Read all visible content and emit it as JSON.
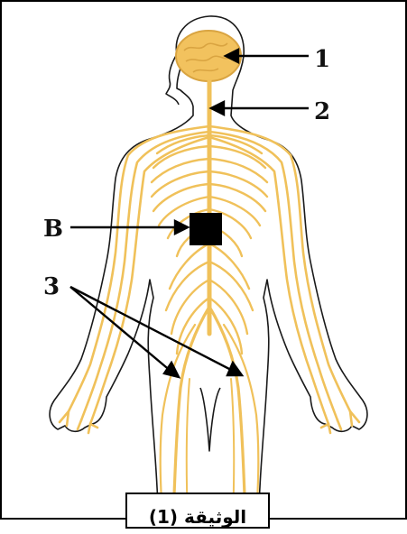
{
  "labels": {
    "l1": "1",
    "l2": "2",
    "lB": "B",
    "l3": "3"
  },
  "caption": "الوثيقة (1)",
  "colors": {
    "nerve": "#f0c15a",
    "nerve_dark": "#d9a441",
    "outline": "#1a1a1a",
    "brain": "#f2c25e",
    "marker": "#000000"
  }
}
